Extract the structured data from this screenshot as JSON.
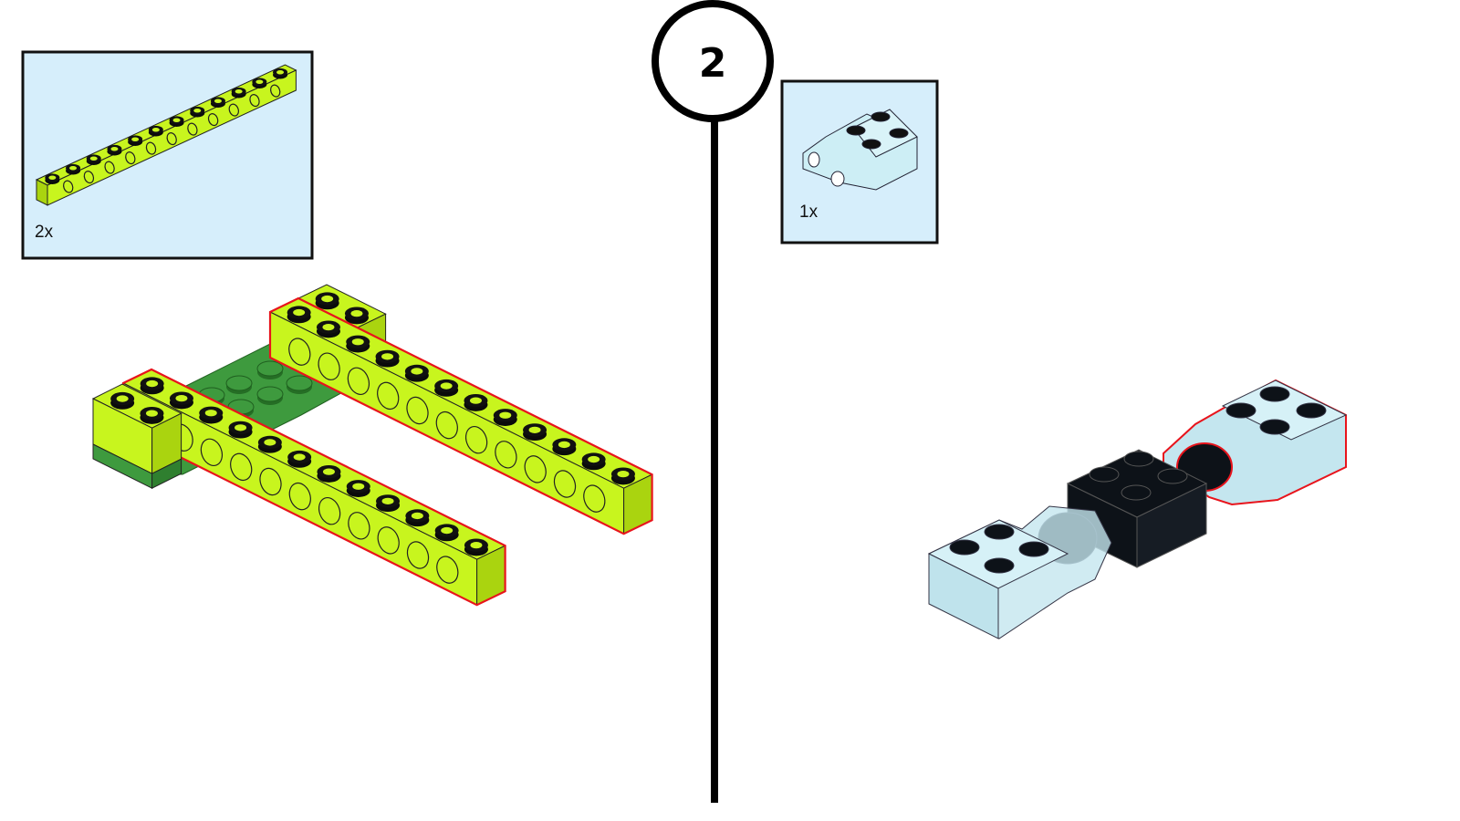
{
  "step": {
    "number": "2"
  },
  "callouts": [
    {
      "quantity": "2x",
      "part": "technic-beam-1x12-lime"
    },
    {
      "quantity": "1x",
      "part": "ball-socket-brick-2x2-trans-light-blue"
    }
  ],
  "colors": {
    "callout_bg": "#d6eefb",
    "lime": "#c8f51e",
    "lime_dark": "#aad40f",
    "green": "#3e9a3e",
    "new_part_outline": "#e8141c",
    "trans_blue": "#c9e9f2",
    "black_brick": "#0d1218"
  }
}
